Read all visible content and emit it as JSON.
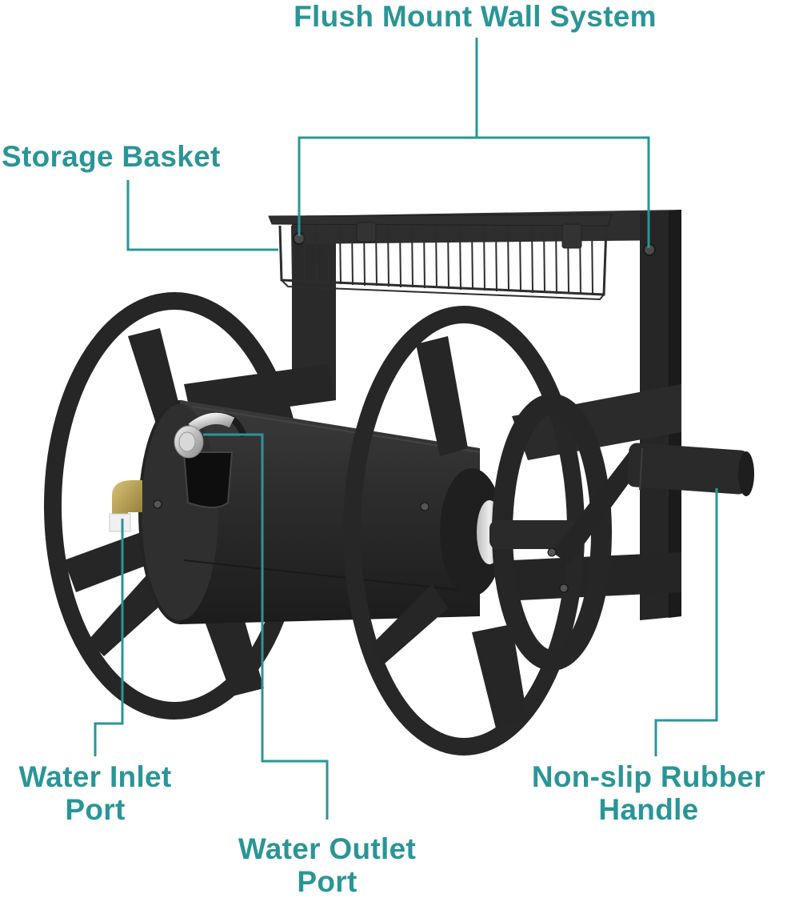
{
  "diagram": {
    "subject": "Wall-mounted hose reel",
    "accent_color": "#2a9597",
    "product_color": "#2b2b2b",
    "callouts": [
      {
        "id": "flush",
        "lines": [
          "Flush Mount Wall System"
        ],
        "target": "wall bracket bolts"
      },
      {
        "id": "basket",
        "lines": [
          "Storage Basket"
        ],
        "target": "wire basket"
      },
      {
        "id": "inlet",
        "lines": [
          "Water Inlet",
          "Port"
        ],
        "target": "brass elbow fitting"
      },
      {
        "id": "outlet",
        "lines": [
          "Water Outlet",
          "Port"
        ],
        "target": "chrome swivel fitting"
      },
      {
        "id": "handle",
        "lines": [
          "Non-slip Rubber",
          "Handle"
        ],
        "target": "crank handle grip"
      }
    ]
  }
}
